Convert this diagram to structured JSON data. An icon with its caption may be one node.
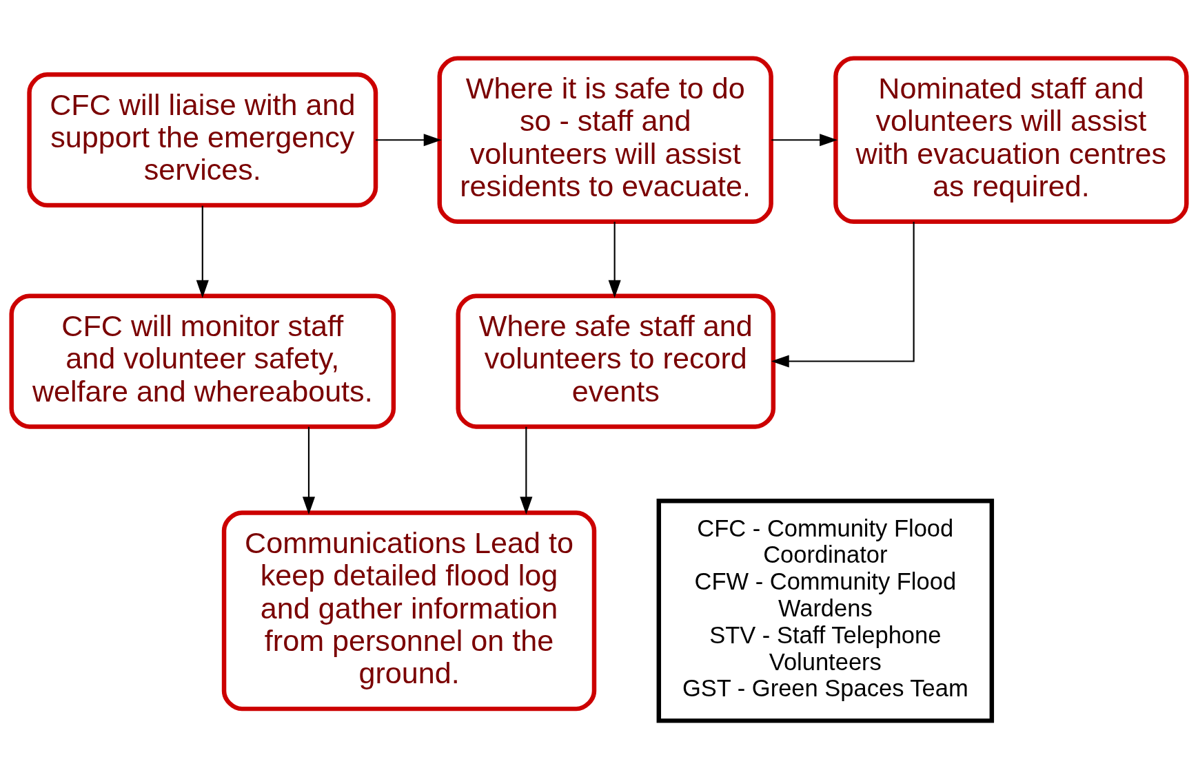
{
  "diagram": {
    "nodes": [
      {
        "text": [
          "CFC will liaise with and support the emergency services."
        ]
      },
      {
        "text": [
          "Where it is safe to do so - staff and volunteers will assist residents to evacuate."
        ]
      },
      {
        "text": [
          "Nominated staff and volunteers will assist with evacuation centres as required."
        ]
      },
      {
        "text": [
          "CFC will monitor staff and volunteer safety, welfare and whereabouts."
        ]
      },
      {
        "text": [
          "Where safe staff and volunteers to record events"
        ]
      },
      {
        "text": [
          "Communications Lead to keep detailed flood log and gather information from personnel on the ground."
        ]
      },
      {
        "text": [
          "CFC - Community Flood Coordinator",
          "CFW - Community Flood Wardens",
          "STV - Staff Telephone Volunteers",
          "GST - Green Spaces Team"
        ]
      }
    ],
    "edges": [
      {
        "from": 0,
        "to": 1,
        "arrow": "to"
      },
      {
        "from": 1,
        "to": 2,
        "arrow": "to"
      },
      {
        "from": 0,
        "to": 3,
        "arrow": "to"
      },
      {
        "from": 1,
        "to": 4,
        "arrow": "to"
      },
      {
        "from": 2,
        "to": 4,
        "arrow": "to"
      },
      {
        "from": 3,
        "to": 5,
        "arrow": "to"
      },
      {
        "from": 4,
        "to": 5,
        "arrow": "to"
      }
    ]
  }
}
